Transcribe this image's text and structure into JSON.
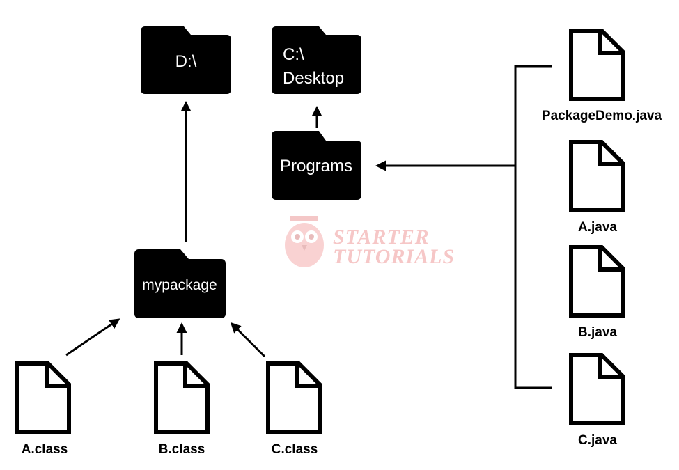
{
  "folders": {
    "d_drive": {
      "line1": "D:\\",
      "icon": "folder-icon"
    },
    "c_desktop": {
      "line1": "C:\\",
      "line2": "Desktop",
      "icon": "folder-icon"
    },
    "programs": {
      "line1": "Programs",
      "icon": "folder-icon"
    },
    "mypackage": {
      "line1": "mypackage",
      "icon": "folder-icon"
    }
  },
  "files": {
    "a_class": {
      "label": "A.class",
      "icon": "file-icon"
    },
    "b_class": {
      "label": "B.class",
      "icon": "file-icon"
    },
    "c_class": {
      "label": "C.class",
      "icon": "file-icon"
    },
    "package_demo_java": {
      "label": "PackageDemo.java",
      "icon": "file-icon"
    },
    "a_java": {
      "label": "A.java",
      "icon": "file-icon"
    },
    "b_java": {
      "label": "B.java",
      "icon": "file-icon"
    },
    "c_java": {
      "label": "C.java",
      "icon": "file-icon"
    }
  },
  "watermark": {
    "line1": "STARTER",
    "line2": "TUTORIALS",
    "icon": "owl-logo-icon"
  },
  "colors": {
    "folder": "#000000",
    "line": "#000000",
    "watermark": "#f4b8b8"
  }
}
